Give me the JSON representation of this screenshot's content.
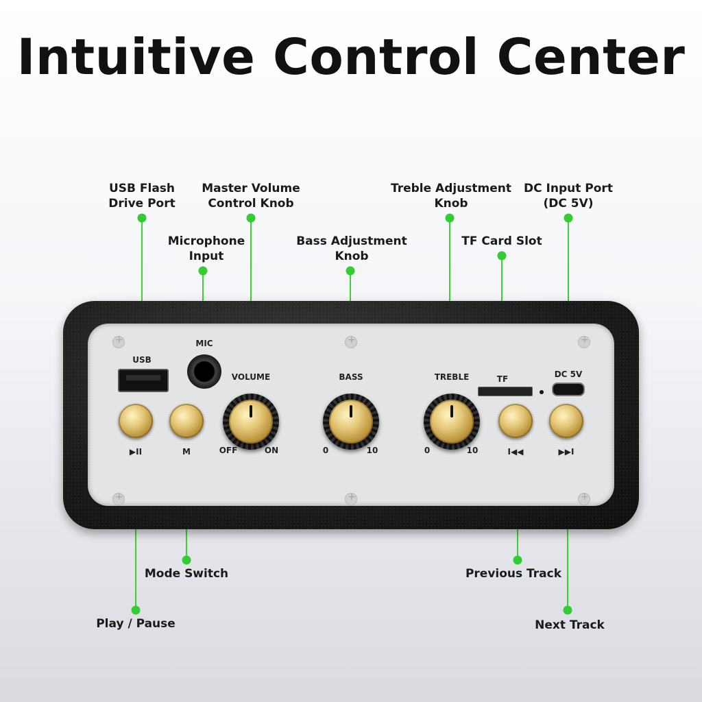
{
  "title": "Intuitive Control Center",
  "callouts": {
    "usb_flash": {
      "line1": "USB Flash",
      "line2": "Drive Port"
    },
    "master_volume": {
      "line1": "Master Volume",
      "line2": "Control Knob"
    },
    "microphone": {
      "line1": "Microphone",
      "line2": "Input"
    },
    "bass": {
      "line1": "Bass Adjustment",
      "line2": "Knob"
    },
    "treble": {
      "line1": "Treble Adjustment",
      "line2": "Knob"
    },
    "dc_input": {
      "line1": "DC Input Port",
      "line2": "(DC 5V)"
    },
    "tf_card": {
      "line1": "TF Card Slot"
    },
    "mode_switch": {
      "line1": "Mode Switch"
    },
    "play_pause": {
      "line1": "Play / Pause"
    },
    "previous_track": {
      "line1": "Previous Track"
    },
    "next_track": {
      "line1": "Next Track"
    }
  },
  "panel": {
    "usb": "USB",
    "mic": "MIC",
    "volume": "VOLUME",
    "volume_off": "OFF",
    "volume_on": "ON",
    "bass": "BASS",
    "bass_min": "0",
    "bass_max": "10",
    "treble": "TREBLE",
    "treble_min": "0",
    "treble_max": "10",
    "tf": "TF",
    "dc": "DC 5V",
    "play_pause_symbol": "▶II",
    "mode_symbol": "M",
    "prev_symbol": "I◀◀",
    "next_symbol": "▶▶I"
  },
  "colors": {
    "accent": "#33cc33",
    "gold": "#e6c97a"
  }
}
